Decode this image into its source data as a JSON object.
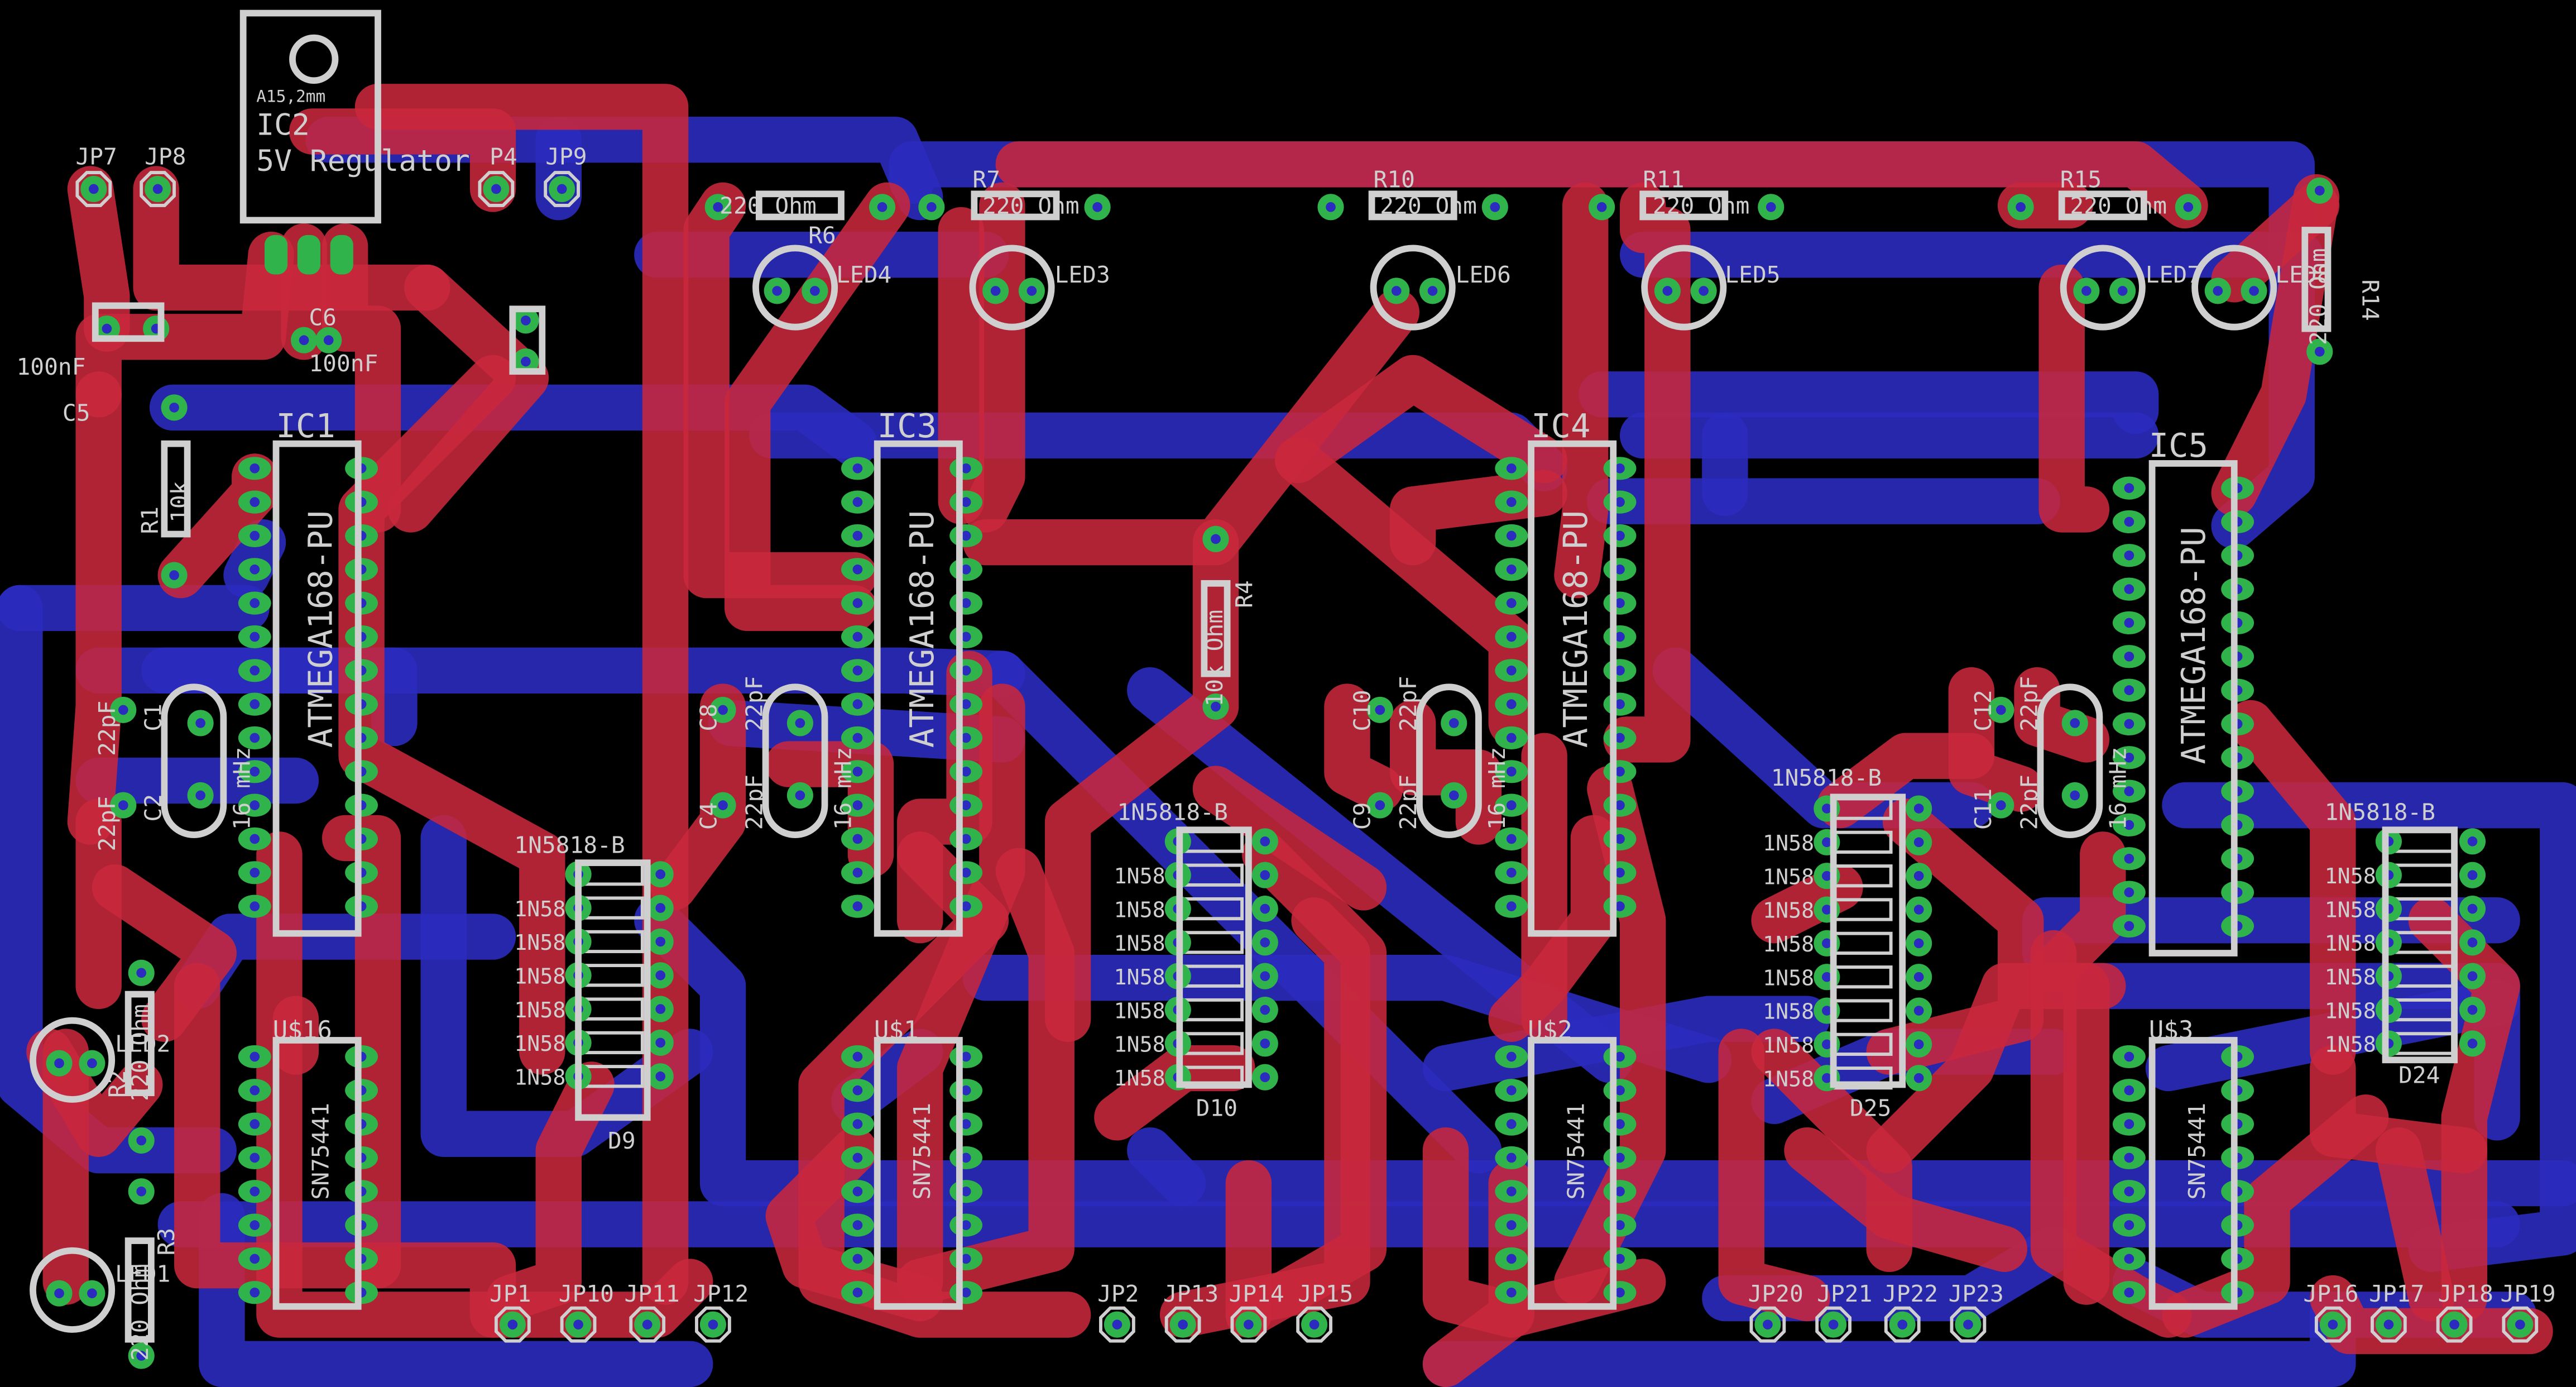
{
  "board": {
    "background": "#000000",
    "colors": {
      "top_copper": "#c8283c",
      "bottom_copper": "#2b2bbf",
      "pad": "#2fb34a",
      "silk": "#cfcfcf"
    },
    "header": {
      "jp7": "JP7",
      "jp8": "JP8",
      "jp4": "P4",
      "jp9": "JP9",
      "ic2": "IC2",
      "ic2_value": "5V Regulator",
      "ic2_pkg": "A15,2mm",
      "c5": "C5",
      "c5_value": "100nF",
      "c6": "C6",
      "c6_value": "100nF"
    },
    "resistors_top": [
      {
        "ref": "R6",
        "value": "220 Ohm"
      },
      {
        "ref": "R7",
        "value": "220 Ohm"
      },
      {
        "ref": "R10",
        "value": "220 Ohm"
      },
      {
        "ref": "R11",
        "value": "220 Ohm"
      },
      {
        "ref": "R15",
        "value": "220 Ohm"
      },
      {
        "ref": "R14",
        "value": "220 Ohm"
      }
    ],
    "leds": [
      "LED4",
      "LED3",
      "LED6",
      "LED5",
      "LED7",
      "LED8",
      "LED2",
      "LED1"
    ],
    "mcus": [
      {
        "ref": "IC1",
        "part": "ATMEGA168-PU"
      },
      {
        "ref": "IC3",
        "part": "ATMEGA168-PU"
      },
      {
        "ref": "IC4",
        "part": "ATMEGA168-PU"
      },
      {
        "ref": "IC5",
        "part": "ATMEGA168-PU"
      }
    ],
    "misc_resistors": [
      {
        "ref": "R1",
        "value": "10k"
      },
      {
        "ref": "R4",
        "value": "10k Ohm"
      },
      {
        "ref": "R2",
        "value": "220 Ohm"
      },
      {
        "ref": "R3",
        "value": "220 Ohm"
      }
    ],
    "crystals": [
      {
        "caps": [
          "C1",
          "C2"
        ],
        "cap_value": "22pF",
        "freq": "16 mHz"
      },
      {
        "caps": [
          "C8",
          "C4"
        ],
        "cap_value": "22pF",
        "freq": "16 mHz"
      },
      {
        "caps": [
          "C10",
          "C9"
        ],
        "cap_value": "22pF",
        "freq": "16 mHz"
      },
      {
        "caps": [
          "C12",
          "C11"
        ],
        "cap_value": "22pF",
        "freq": "16 mHz"
      }
    ],
    "diode_part": "1N5818-B",
    "diode_short": "1N58",
    "diode_groups": [
      "D9",
      "D10",
      "D25",
      "D24"
    ],
    "drivers": [
      {
        "ref": "U$16",
        "part": "SN75441"
      },
      {
        "ref": "U$1",
        "part": "SN75441"
      },
      {
        "ref": "U$2",
        "part": "SN75441"
      },
      {
        "ref": "U$3",
        "part": "SN75441"
      }
    ],
    "bottom_connectors": [
      "JP1",
      "JP10",
      "JP11",
      "JP12",
      "JP2",
      "JP13",
      "JP14",
      "JP15",
      "JP20",
      "JP21",
      "JP22",
      "JP23",
      "JP16",
      "JP17",
      "JP18",
      "JP19"
    ]
  }
}
